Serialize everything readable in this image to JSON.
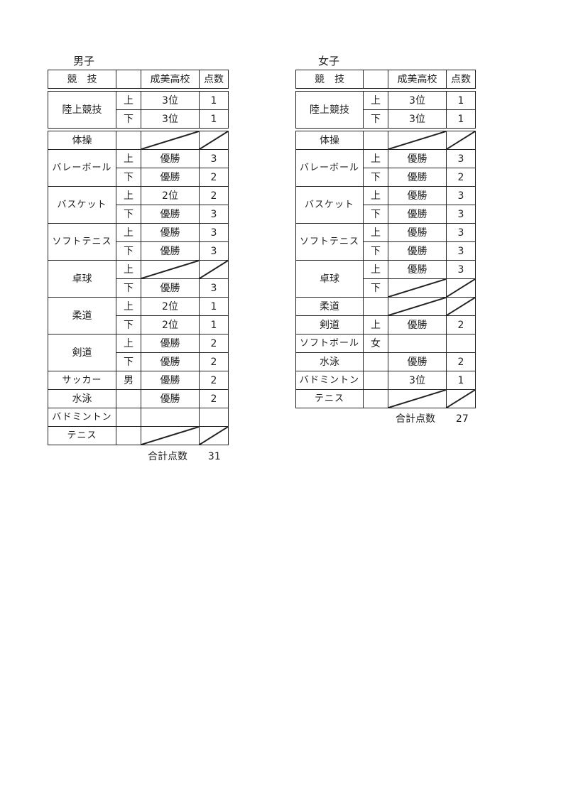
{
  "boys": {
    "title": "男子",
    "header": {
      "sport": "競　技",
      "division": "",
      "school": "成美高校",
      "points": "点数"
    },
    "rows": [
      {
        "sport": "陸上競技",
        "division": "上",
        "result": "3位",
        "points": "1"
      },
      {
        "sport": "",
        "division": "下",
        "result": "3位",
        "points": "1"
      },
      {
        "sport": "体操",
        "division": "",
        "result": "",
        "points": ""
      },
      {
        "sport": "バレーボール",
        "division": "上",
        "result": "優勝",
        "points": "3"
      },
      {
        "sport": "",
        "division": "下",
        "result": "優勝",
        "points": "2"
      },
      {
        "sport": "バスケット",
        "division": "上",
        "result": "2位",
        "points": "2"
      },
      {
        "sport": "",
        "division": "下",
        "result": "優勝",
        "points": "3"
      },
      {
        "sport": "ソフトテニス",
        "division": "上",
        "result": "優勝",
        "points": "3"
      },
      {
        "sport": "",
        "division": "下",
        "result": "優勝",
        "points": "3"
      },
      {
        "sport": "卓球",
        "division": "上",
        "result": "",
        "points": ""
      },
      {
        "sport": "",
        "division": "下",
        "result": "優勝",
        "points": "3"
      },
      {
        "sport": "柔道",
        "division": "上",
        "result": "2位",
        "points": "1"
      },
      {
        "sport": "",
        "division": "下",
        "result": "2位",
        "points": "1"
      },
      {
        "sport": "剣道",
        "division": "上",
        "result": "優勝",
        "points": "2"
      },
      {
        "sport": "",
        "division": "下",
        "result": "優勝",
        "points": "2"
      },
      {
        "sport": "サッカー",
        "division": "男",
        "result": "優勝",
        "points": "2"
      },
      {
        "sport": "水泳",
        "division": "",
        "result": "優勝",
        "points": "2"
      },
      {
        "sport": "バドミントン",
        "division": "",
        "result": "",
        "points": ""
      },
      {
        "sport": "テニス",
        "division": "",
        "result": "",
        "points": ""
      }
    ],
    "total_label": "合計点数",
    "total_value": "31"
  },
  "girls": {
    "title": "女子",
    "header": {
      "sport": "競　技",
      "division": "",
      "school": "成美高校",
      "points": "点数"
    },
    "rows": [
      {
        "sport": "陸上競技",
        "division": "上",
        "result": "3位",
        "points": "1"
      },
      {
        "sport": "",
        "division": "下",
        "result": "3位",
        "points": "1"
      },
      {
        "sport": "体操",
        "division": "",
        "result": "",
        "points": ""
      },
      {
        "sport": "バレーボール",
        "division": "上",
        "result": "優勝",
        "points": "3"
      },
      {
        "sport": "",
        "division": "下",
        "result": "優勝",
        "points": "2"
      },
      {
        "sport": "バスケット",
        "division": "上",
        "result": "優勝",
        "points": "3"
      },
      {
        "sport": "",
        "division": "下",
        "result": "優勝",
        "points": "3"
      },
      {
        "sport": "ソフトテニス",
        "division": "上",
        "result": "優勝",
        "points": "3"
      },
      {
        "sport": "",
        "division": "下",
        "result": "優勝",
        "points": "3"
      },
      {
        "sport": "卓球",
        "division": "上",
        "result": "優勝",
        "points": "3"
      },
      {
        "sport": "",
        "division": "下",
        "result": "",
        "points": ""
      },
      {
        "sport": "柔道",
        "division": "",
        "result": "",
        "points": ""
      },
      {
        "sport": "剣道",
        "division": "上",
        "result": "優勝",
        "points": "2"
      },
      {
        "sport": "ソフトボール",
        "division": "女",
        "result": "",
        "points": ""
      },
      {
        "sport": "水泳",
        "division": "",
        "result": "優勝",
        "points": "2"
      },
      {
        "sport": "バドミントン",
        "division": "",
        "result": "3位",
        "points": "1"
      },
      {
        "sport": "テニス",
        "division": "",
        "result": "",
        "points": ""
      }
    ],
    "total_label": "合計点数",
    "total_value": "27"
  }
}
